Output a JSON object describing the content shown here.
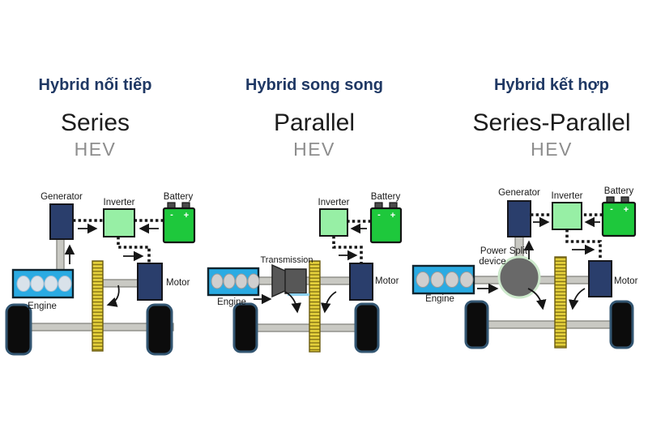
{
  "page": {
    "background": "#ffffff"
  },
  "battery_marks": {
    "minus": "-",
    "plus": "+"
  },
  "colors": {
    "title_accent": "#1f3864",
    "subtitle_dark": "#1c1c1c",
    "hev_gray": "#8d8d8d",
    "battery_green": "#1ec83c",
    "inverter_green": "#97efa5",
    "engine_blue": "#2aabe3",
    "motor_navy": "#2a3e6c",
    "gear_yellow": "#e3cf3b"
  },
  "columns": [
    {
      "id": "series",
      "title_vi": "Hybrid nối tiếp",
      "title_en": "Series",
      "subtitle": "HEV",
      "labels": {
        "generator": "Generator",
        "inverter": "Inverter",
        "battery": "Battery",
        "motor": "Motor",
        "engine": "Engine"
      }
    },
    {
      "id": "parallel",
      "title_vi": "Hybrid song song",
      "title_en": "Parallel",
      "subtitle": "HEV",
      "labels": {
        "inverter": "Inverter",
        "battery": "Battery",
        "transmission": "Transmission",
        "motor": "Motor",
        "engine": "Engine"
      }
    },
    {
      "id": "series_parallel",
      "title_vi": "Hybrid kết hợp",
      "title_en": "Series-Parallel",
      "subtitle": "HEV",
      "labels": {
        "generator": "Generator",
        "inverter": "Inverter",
        "battery": "Battery",
        "power_split_line1": "Power Split",
        "power_split_line2": "device",
        "motor": "Motor",
        "engine": "Engine"
      }
    }
  ]
}
